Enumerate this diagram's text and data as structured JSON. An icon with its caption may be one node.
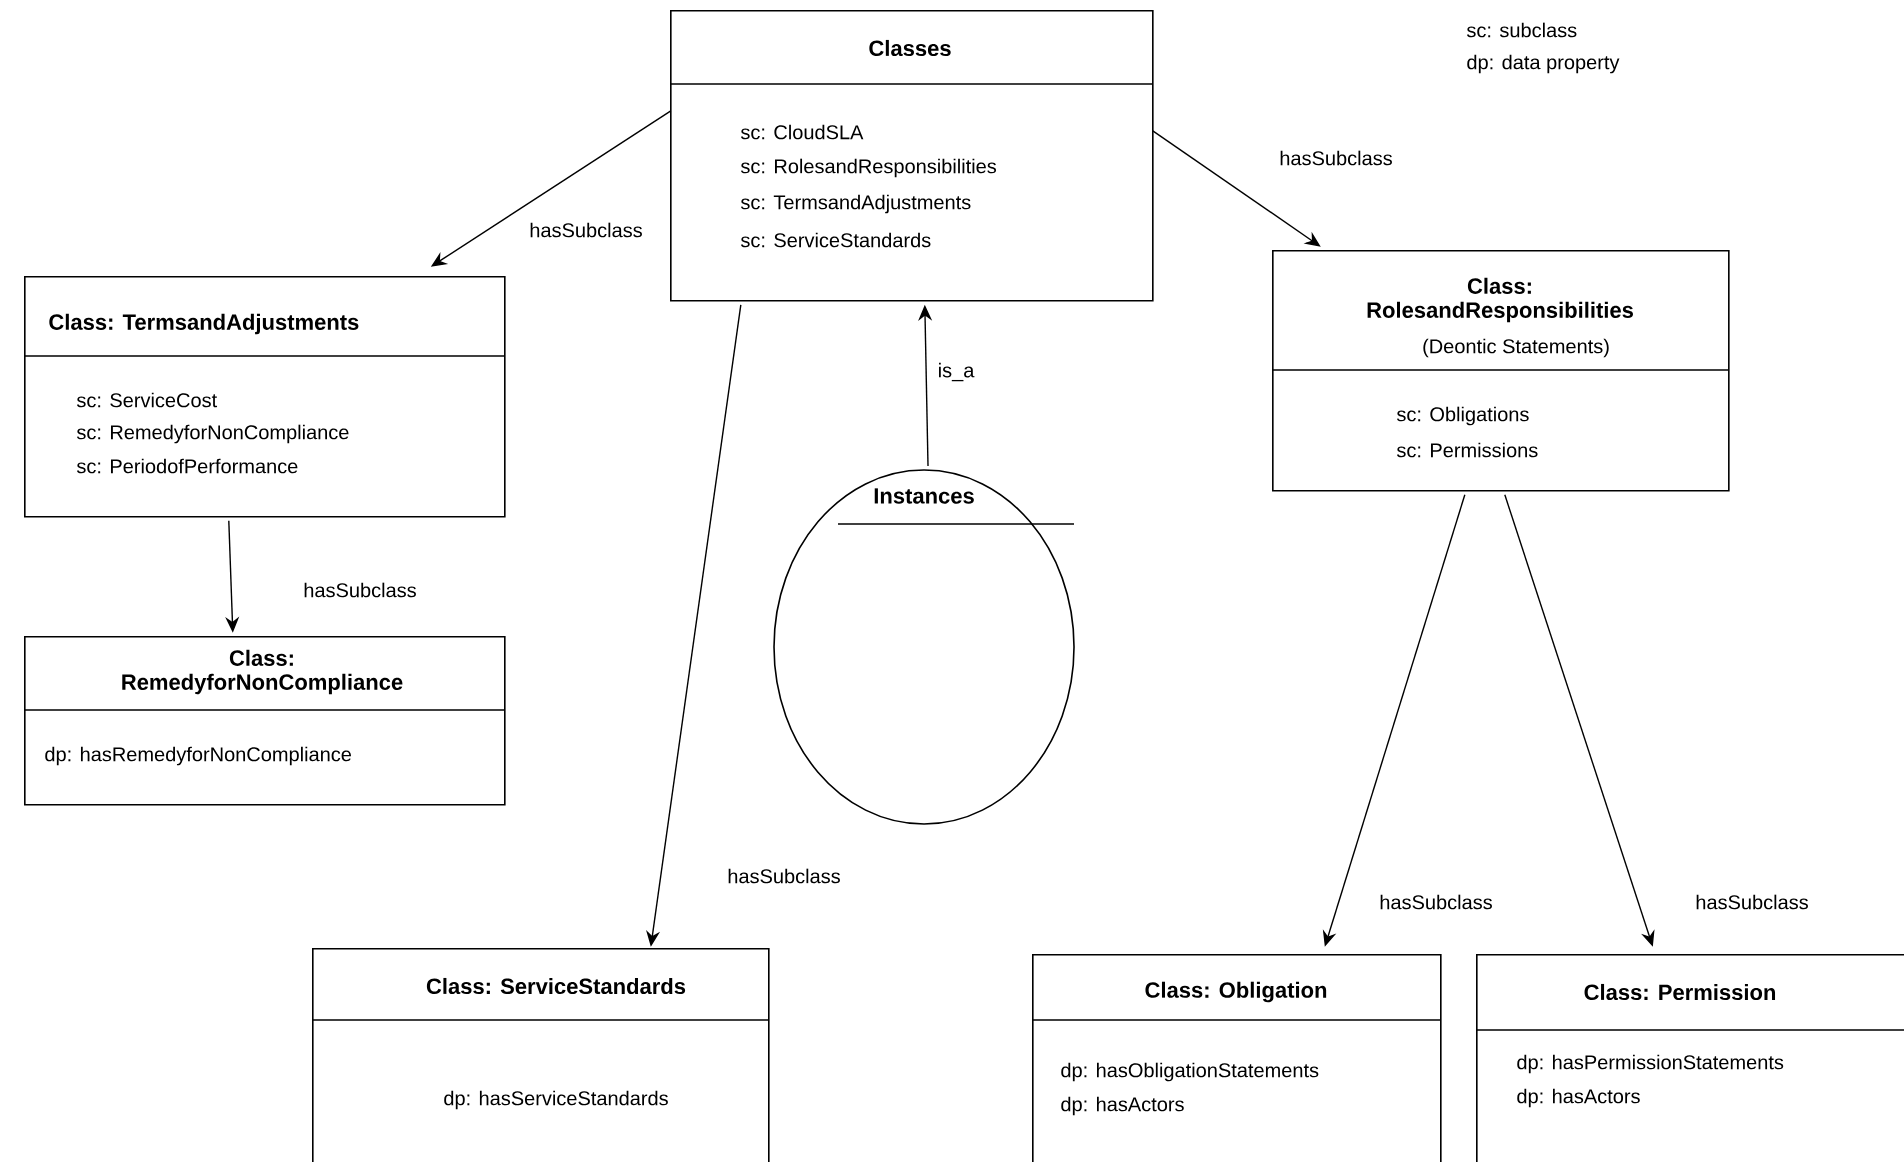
{
  "diagram": {
    "nodes": [
      {
        "text": [
          "Classes",
          "sc: CloudSLA",
          "sc: RolesandResponsibilities",
          "sc: TermsandAdjustments",
          "sc: ServiceStandards"
        ]
      },
      {
        "text": [
          "Class: TermsandAdjustments",
          "sc: ServiceCost",
          "sc: RemedyforNonCompliance",
          "sc: PeriodofPerformance"
        ]
      },
      {
        "text": [
          "Class: RemedyforNonCompliance",
          "dp: hasRemedyforNonCompliance"
        ]
      },
      {
        "text": [
          "Instances"
        ]
      },
      {
        "text": [
          "Class: RolesandResponsibilities",
          "(Deontic Statements)",
          "sc: Obligations",
          "sc: Permissions"
        ]
      },
      {
        "text": [
          "Class: ServiceStandards",
          "dp: hasServiceStandards"
        ]
      },
      {
        "text": [
          "Class: Obligation",
          "dp: hasObligationStatements",
          "dp: hasActors"
        ]
      },
      {
        "text": [
          "Class: Permission",
          "dp: hasPermissionStatements",
          "dp: hasActors"
        ]
      }
    ],
    "edges": [
      {
        "from": 0,
        "to": 1,
        "arrow": "to",
        "label": "hasSubclass"
      },
      {
        "from": 0,
        "to": 4,
        "arrow": "to",
        "label": "hasSubclass"
      },
      {
        "from": 3,
        "to": 0,
        "arrow": "to",
        "label": "is_a"
      },
      {
        "from": 1,
        "to": 2,
        "arrow": "to",
        "label": "hasSubclass"
      },
      {
        "from": 0,
        "to": 5,
        "arrow": "to",
        "label": "hasSubclass"
      },
      {
        "from": 4,
        "to": 6,
        "arrow": "to",
        "label": "hasSubclass"
      },
      {
        "from": 4,
        "to": 7,
        "arrow": "to",
        "label": "hasSubclass"
      }
    ],
    "labels": [
      "sc: subclass",
      "dp: data property"
    ]
  }
}
